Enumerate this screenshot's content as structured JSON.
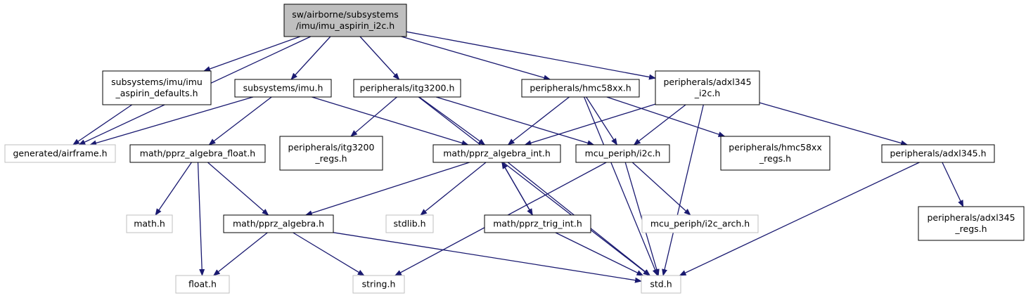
{
  "colors": {
    "edge": "#191970",
    "root_fill": "#bfbfbf",
    "node_border": "#000000",
    "external_border": "#bfbfbf",
    "external_text": "#7f7f7f",
    "background": "#ffffff"
  },
  "nodes": {
    "root": {
      "lines": [
        "sw/airborne/subsystems",
        "/imu/imu_aspirin_i2c.h"
      ],
      "kind": "root"
    },
    "imu_defaults": {
      "lines": [
        "subsystems/imu/imu",
        "_aspirin_defaults.h"
      ],
      "kind": "file"
    },
    "imu_h": {
      "lines": [
        "subsystems/imu.h"
      ],
      "kind": "file"
    },
    "itg3200": {
      "lines": [
        "peripherals/itg3200.h"
      ],
      "kind": "file"
    },
    "hmc58xx": {
      "lines": [
        "peripherals/hmc58xx.h"
      ],
      "kind": "file"
    },
    "adxl345_i2c": {
      "lines": [
        "peripherals/adxl345",
        "_i2c.h"
      ],
      "kind": "file"
    },
    "airframe": {
      "lines": [
        "generated/airframe.h"
      ],
      "kind": "external"
    },
    "algebra_float": {
      "lines": [
        "math/pprz_algebra_float.h"
      ],
      "kind": "file"
    },
    "itg3200_regs": {
      "lines": [
        "peripherals/itg3200",
        "_regs.h"
      ],
      "kind": "file"
    },
    "algebra_int": {
      "lines": [
        "math/pprz_algebra_int.h"
      ],
      "kind": "file"
    },
    "i2c": {
      "lines": [
        "mcu_periph/i2c.h"
      ],
      "kind": "file"
    },
    "hmc58xx_regs": {
      "lines": [
        "peripherals/hmc58xx",
        "_regs.h"
      ],
      "kind": "file"
    },
    "adxl345": {
      "lines": [
        "peripherals/adxl345.h"
      ],
      "kind": "file"
    },
    "math": {
      "lines": [
        "math.h"
      ],
      "kind": "external"
    },
    "algebra": {
      "lines": [
        "math/pprz_algebra.h"
      ],
      "kind": "file"
    },
    "stdlib": {
      "lines": [
        "stdlib.h"
      ],
      "kind": "external"
    },
    "trig_int": {
      "lines": [
        "math/pprz_trig_int.h"
      ],
      "kind": "file"
    },
    "i2c_arch": {
      "lines": [
        "mcu_periph/i2c_arch.h"
      ],
      "kind": "external"
    },
    "adxl345_regs": {
      "lines": [
        "peripherals/adxl345",
        "_regs.h"
      ],
      "kind": "file"
    },
    "float": {
      "lines": [
        "float.h"
      ],
      "kind": "external"
    },
    "string": {
      "lines": [
        "string.h"
      ],
      "kind": "external"
    },
    "std": {
      "lines": [
        "std.h"
      ],
      "kind": "external"
    }
  },
  "edges": [
    [
      "root",
      "airframe"
    ],
    [
      "root",
      "imu_defaults"
    ],
    [
      "root",
      "imu_h"
    ],
    [
      "root",
      "itg3200"
    ],
    [
      "root",
      "hmc58xx"
    ],
    [
      "root",
      "adxl345_i2c"
    ],
    [
      "imu_defaults",
      "airframe"
    ],
    [
      "imu_h",
      "airframe"
    ],
    [
      "imu_h",
      "algebra_float"
    ],
    [
      "imu_h",
      "algebra_int"
    ],
    [
      "itg3200",
      "itg3200_regs"
    ],
    [
      "itg3200",
      "algebra_int"
    ],
    [
      "itg3200",
      "i2c"
    ],
    [
      "itg3200",
      "std"
    ],
    [
      "hmc58xx",
      "algebra_int"
    ],
    [
      "hmc58xx",
      "i2c"
    ],
    [
      "hmc58xx",
      "hmc58xx_regs"
    ],
    [
      "hmc58xx",
      "std"
    ],
    [
      "adxl345_i2c",
      "algebra_int"
    ],
    [
      "adxl345_i2c",
      "i2c"
    ],
    [
      "adxl345_i2c",
      "adxl345"
    ],
    [
      "adxl345_i2c",
      "std"
    ],
    [
      "algebra_float",
      "math"
    ],
    [
      "algebra_float",
      "algebra"
    ],
    [
      "algebra_float",
      "float"
    ],
    [
      "algebra_int",
      "algebra"
    ],
    [
      "algebra_int",
      "stdlib"
    ],
    [
      "algebra_int",
      "trig_int"
    ],
    [
      "algebra_int",
      "std"
    ],
    [
      "i2c",
      "i2c_arch"
    ],
    [
      "i2c",
      "std"
    ],
    [
      "i2c",
      "string"
    ],
    [
      "adxl345",
      "adxl345_regs"
    ],
    [
      "adxl345",
      "std"
    ],
    [
      "algebra",
      "float"
    ],
    [
      "algebra",
      "string"
    ],
    [
      "algebra",
      "std"
    ],
    [
      "trig_int",
      "algebra_int"
    ],
    [
      "trig_int",
      "std"
    ]
  ]
}
